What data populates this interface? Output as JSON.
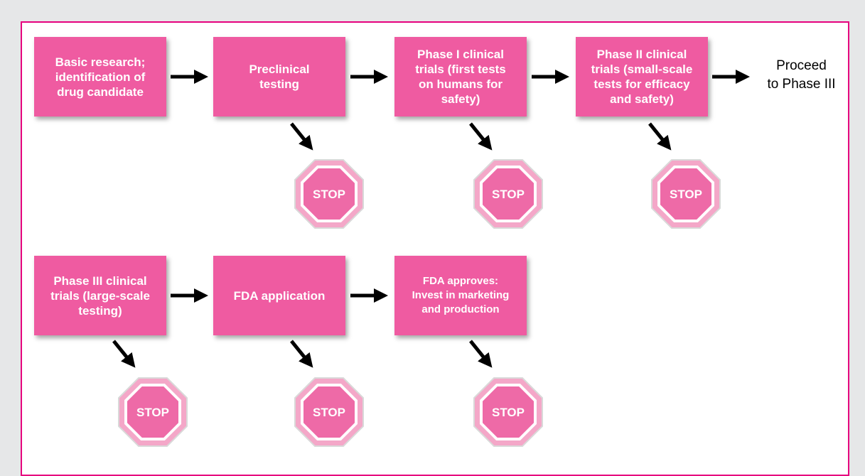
{
  "colors": {
    "box_fill": "#ef5ba1",
    "frame_border": "#e6007e",
    "stop_fill": "#f4a7c8",
    "stop_inner": "#ee6aa7",
    "background": "#e6e7e8"
  },
  "steps": [
    {
      "label": "Basic research;\nidentification of\ndrug candidate",
      "has_stop": false
    },
    {
      "label": "Preclinical\ntesting",
      "has_stop": true
    },
    {
      "label": "Phase I clinical\ntrials (first tests\non humans for\nsafety)",
      "has_stop": true
    },
    {
      "label": "Phase II clinical\ntrials (small-scale\ntests for efficacy\nand safety)",
      "has_stop": true
    },
    {
      "label": "Phase III clinical\ntrials (large-scale\ntesting)",
      "has_stop": true
    },
    {
      "label": "FDA application",
      "has_stop": true
    },
    {
      "label": "FDA approves:\nInvest in marketing\nand production",
      "has_stop": true
    }
  ],
  "proceed_label": "Proceed\nto Phase III",
  "stop_label": "STOP",
  "icons": {
    "arrow": "right-arrow-icon",
    "diagonal_arrow": "down-right-arrow-icon",
    "stop": "stop-sign-icon"
  }
}
